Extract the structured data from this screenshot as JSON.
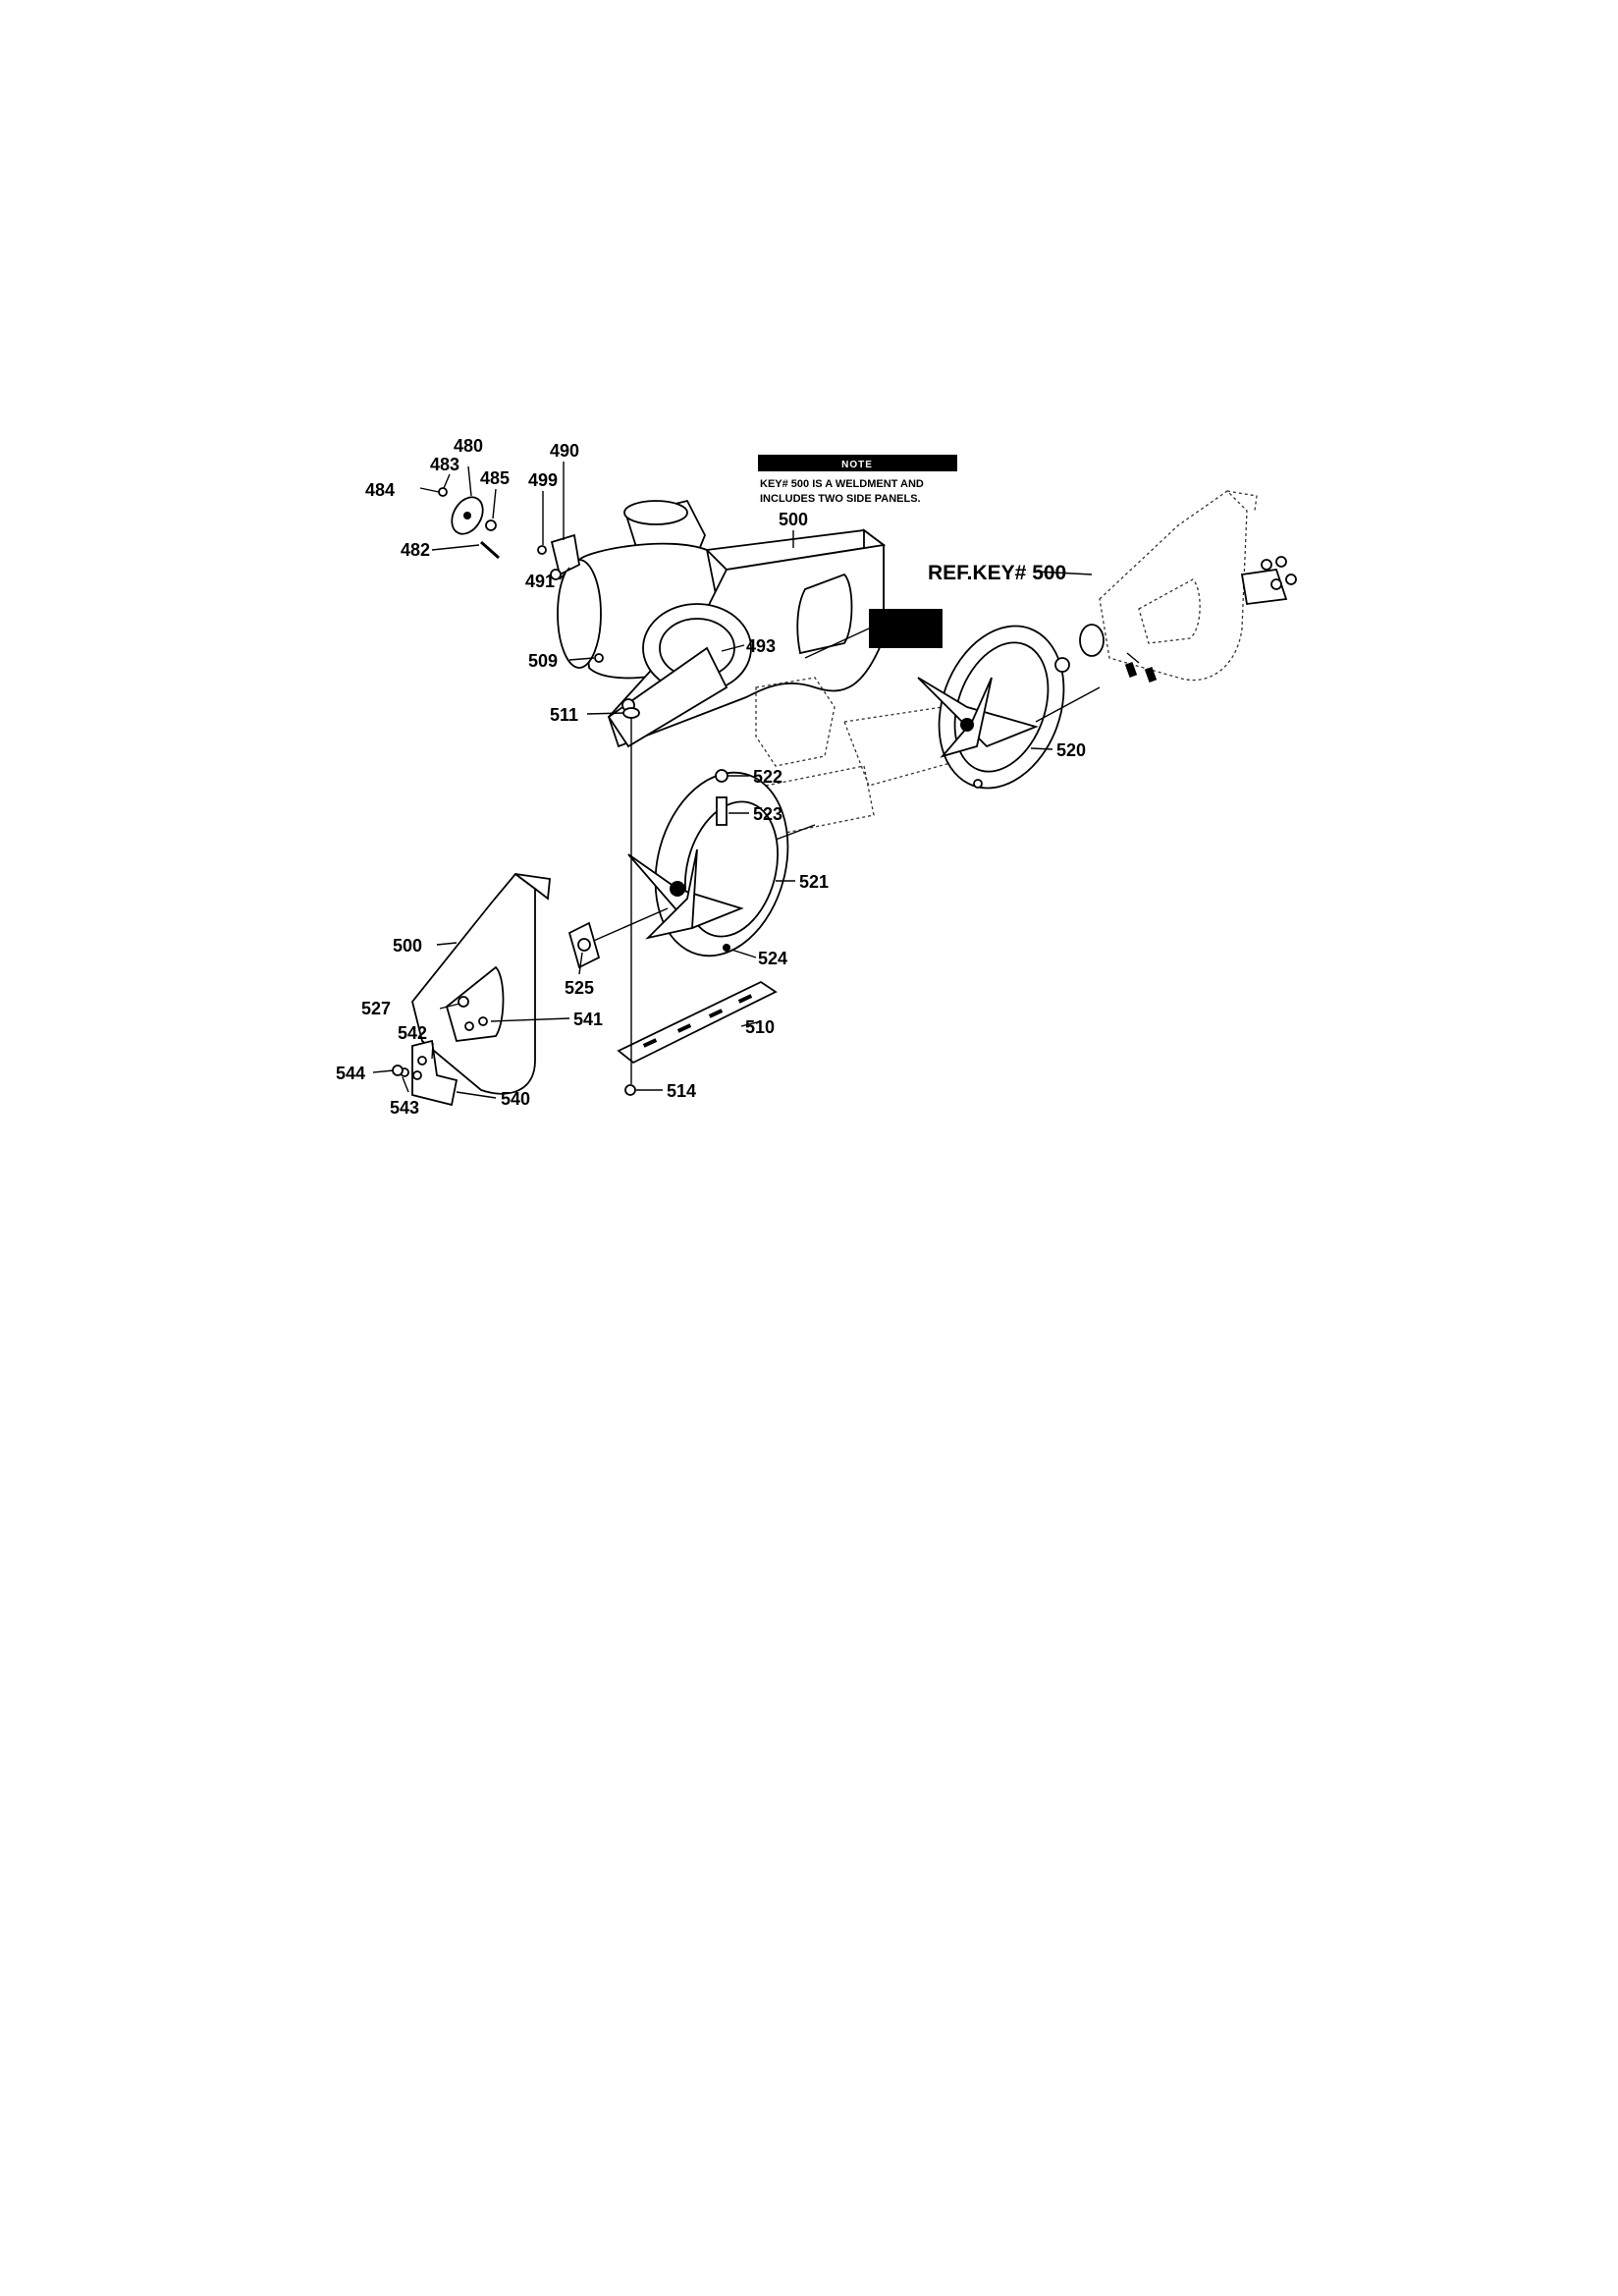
{
  "note": {
    "heading": "NOTE",
    "line1": "KEY# 500 IS A WELDMENT AND",
    "line2": "INCLUDES TWO SIDE PANELS."
  },
  "ref_label": "REF.KEY# 500",
  "parts": {
    "p480": "480",
    "p483": "483",
    "p484": "484",
    "p485": "485",
    "p482": "482",
    "p490": "490",
    "p499": "499",
    "p491": "491",
    "p500a": "500",
    "p493": "493",
    "p509": "509",
    "p511": "511",
    "p520": "520",
    "p522": "522",
    "p523": "523",
    "p521": "521",
    "p500b": "500",
    "p525": "525",
    "p524": "524",
    "p527": "527",
    "p541": "541",
    "p542": "542",
    "p510": "510",
    "p544": "544",
    "p540": "540",
    "p543": "543",
    "p514": "514"
  },
  "colors": {
    "ink": "#000000",
    "paper": "#ffffff"
  }
}
